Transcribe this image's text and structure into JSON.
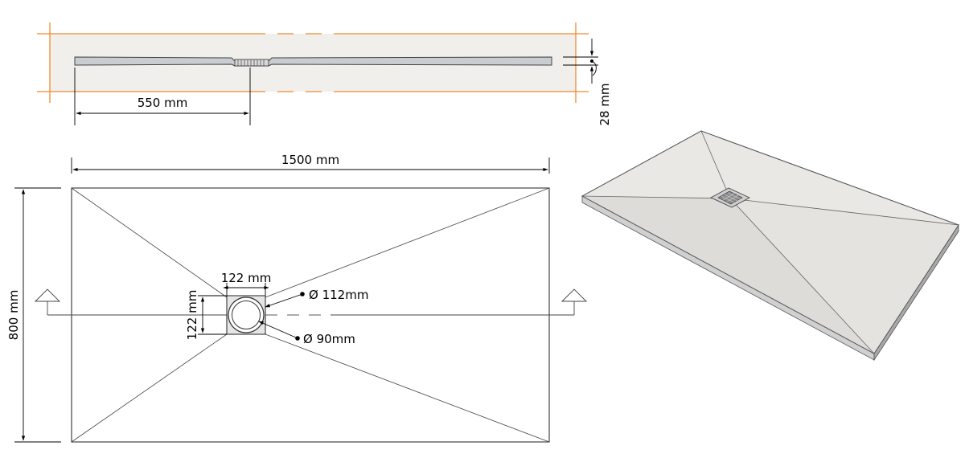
{
  "side_view": {
    "length_label": "550 mm",
    "height_label": "28 mm"
  },
  "plan_view": {
    "width_label": "1500 mm",
    "depth_label": "800 mm",
    "drain_width_label": "122 mm",
    "drain_height_label": "122 mm",
    "outer_diameter_label": "Ø 112mm",
    "inner_diameter_label": "Ø 90mm"
  },
  "colors": {
    "section_band": "#f1efeb",
    "section_lines": "#f08a2c",
    "tray_profile": "#c9ccd1",
    "iso_top": "#e9e8e4",
    "iso_side": "#bdbdbd"
  }
}
